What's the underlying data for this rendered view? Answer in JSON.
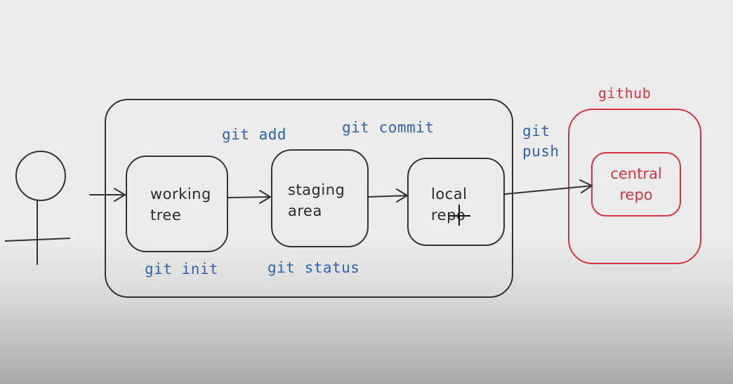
{
  "nodes": {
    "working_tree": {
      "line1": "working",
      "line2": "tree"
    },
    "staging_area": {
      "line1": "staging",
      "line2": "area"
    },
    "local_repo": {
      "line1": "local",
      "line2": "repo"
    },
    "central_repo": {
      "line1": "central",
      "line2": "repo"
    }
  },
  "commands": {
    "git_add": "git add",
    "git_commit": "git commit",
    "git_push_1": "git",
    "git_push_2": "push",
    "git_init": "git init",
    "git_status": "git status"
  },
  "remote": {
    "label": "github"
  },
  "colors": {
    "stroke": "#333333",
    "blue": "#2f63b2",
    "red": "#d3363f"
  }
}
